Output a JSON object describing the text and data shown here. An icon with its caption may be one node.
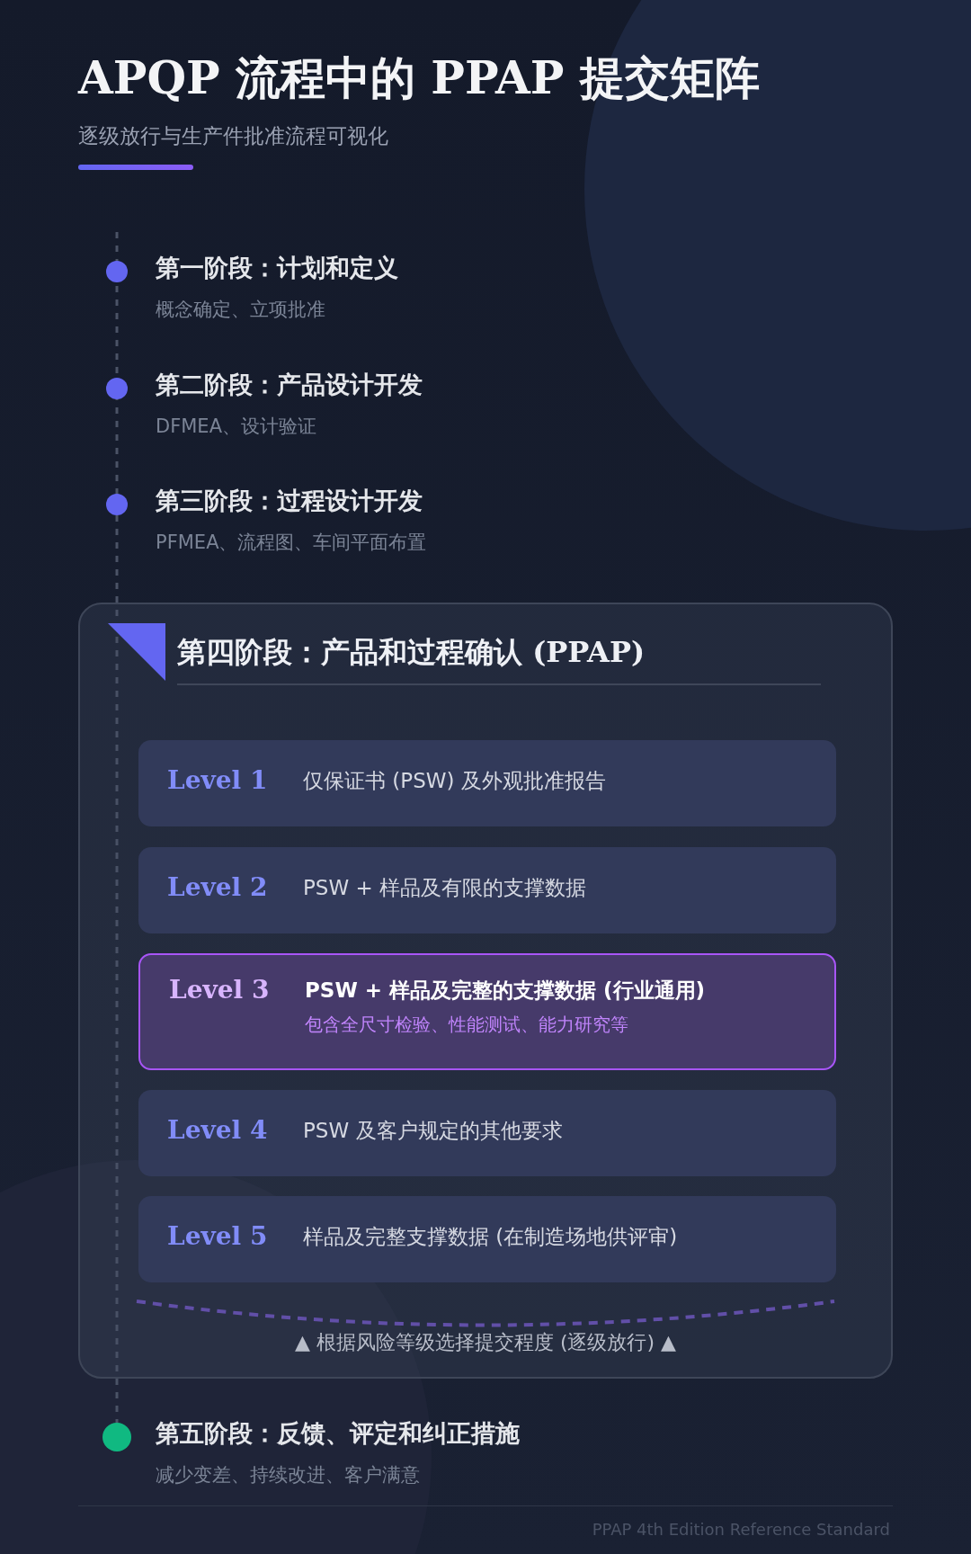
{
  "diagram": {
    "title": "APQP 流程中的 PPAP 提交矩阵",
    "nodes": [
      {
        "text": [
          "第一阶段：计划和定义",
          "概念确定、立项批准"
        ]
      },
      {
        "text": [
          "第二阶段：产品设计开发",
          "DFMEA、设计验证"
        ]
      },
      {
        "text": [
          "第三阶段：过程设计开发",
          "PFMEA、流程图、车间平面布置"
        ]
      },
      {
        "text": [
          "第四阶段：产品和过程确认 (PPAP)"
        ]
      },
      {
        "text": [
          "Level 1",
          "仅保证书 (PSW) 及外观批准报告"
        ],
        "in": 3
      },
      {
        "text": [
          "Level 2",
          "PSW + 样品及有限的支撑数据"
        ],
        "in": 3
      },
      {
        "text": [
          "Level 3",
          "PSW + 样品及完整的支撑数据 (行业通用)",
          "包含全尺寸检验、性能测试、能力研究等"
        ],
        "in": 3
      },
      {
        "text": [
          "Level 4",
          "PSW 及客户规定的其他要求"
        ],
        "in": 3
      },
      {
        "text": [
          "Level 5",
          "样品及完整支撑数据 (在制造场地供评审)"
        ],
        "in": 3
      },
      {
        "text": [
          "第五阶段：反馈、评定和纠正措施",
          "减少变差、持续改进、客户满意"
        ]
      }
    ],
    "labels": [
      "逐级放行与生产件批准流程可视化",
      "▲ 根据风险等级选择提交程度 (逐级放行) ▲",
      "PPAP 4th Edition Reference Standard"
    ]
  }
}
